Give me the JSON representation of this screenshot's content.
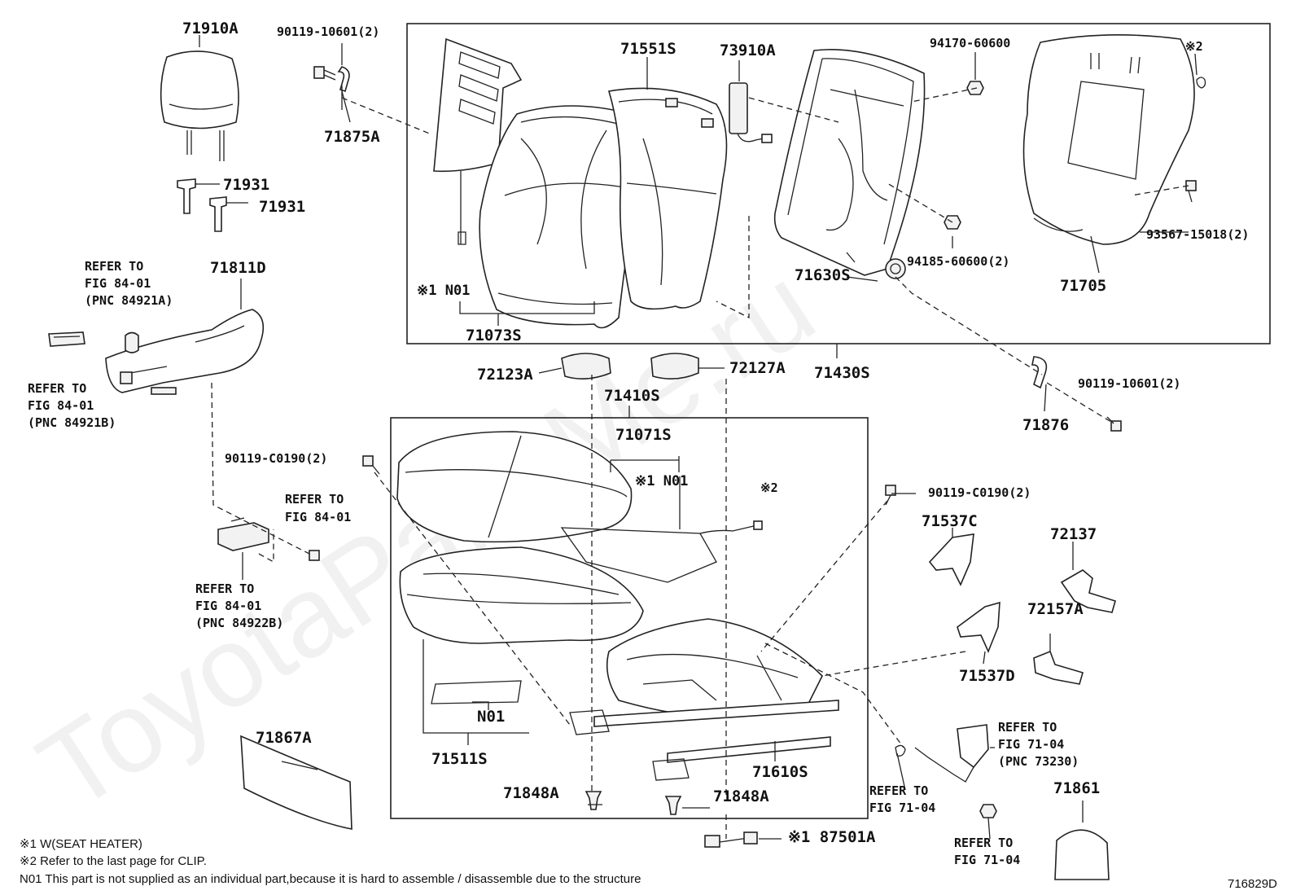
{
  "watermark": "ToyotaPartsMe.ru",
  "diagram_id": "716829D",
  "notes": [
    "※1 W(SEAT HEATER)",
    "※2 Refer to the last page for CLIP.",
    "N01 This part is not supplied as an individual part,because it is hard to assemble / disassemble due to the structure"
  ],
  "labels": {
    "p71910A": "71910A",
    "p90119_10601_top": "90119-10601(2)",
    "p71875A": "71875A",
    "p71551S": "71551S",
    "p73910A": "73910A",
    "p94170_60600": "94170-60600",
    "clip2_top": "※2",
    "p71931_a": "71931",
    "p71931_b": "71931",
    "refer_84_01_a_1": "REFER TO",
    "refer_84_01_a_2": "FIG 84-01",
    "refer_84_01_a_3": "(PNC 84921A)",
    "p71811D": "71811D",
    "refer_84_01_b_1": "REFER TO",
    "refer_84_01_b_2": "FIG 84-01",
    "refer_84_01_b_3": "(PNC 84921B)",
    "n01_top": "※1 N01",
    "p71073S": "71073S",
    "p71630S": "71630S",
    "p94185_60600": "94185-60600(2)",
    "p93567_15018": "93567-15018(2)",
    "p71705": "71705",
    "p72123A": "72123A",
    "p72127A": "72127A",
    "p71430S": "71430S",
    "p71410S": "71410S",
    "p90119_10601_right": "90119-10601(2)",
    "p71876": "71876",
    "p71071S": "71071S",
    "n01_mid": "※1 N01",
    "clip2_mid": "※2",
    "p90119_C0190_left": "90119-C0190(2)",
    "p90119_C0190_right": "90119-C0190(2)",
    "refer_84_01_c_1": "REFER TO",
    "refer_84_01_c_2": "FIG 84-01",
    "p71537C": "71537C",
    "p72137": "72137",
    "refer_84_01_d_1": "REFER TO",
    "refer_84_01_d_2": "FIG 84-01",
    "refer_84_01_d_3": "(PNC 84922B)",
    "p72157A": "72157A",
    "p71537D": "71537D",
    "n01_bottom": "N01",
    "p71511S": "71511S",
    "p71867A": "71867A",
    "p71610S": "71610S",
    "refer_71_04_a_1": "REFER TO",
    "refer_71_04_a_2": "FIG 71-04",
    "refer_71_04_a_3": "(PNC 73230)",
    "p71861": "71861",
    "p71848A_a": "71848A",
    "p71848A_b": "71848A",
    "refer_71_04_b_1": "REFER TO",
    "refer_71_04_b_2": "FIG 71-04",
    "p87501A": "※1 87501A",
    "refer_71_04_c_1": "REFER TO",
    "refer_71_04_c_2": "FIG 71-04"
  }
}
